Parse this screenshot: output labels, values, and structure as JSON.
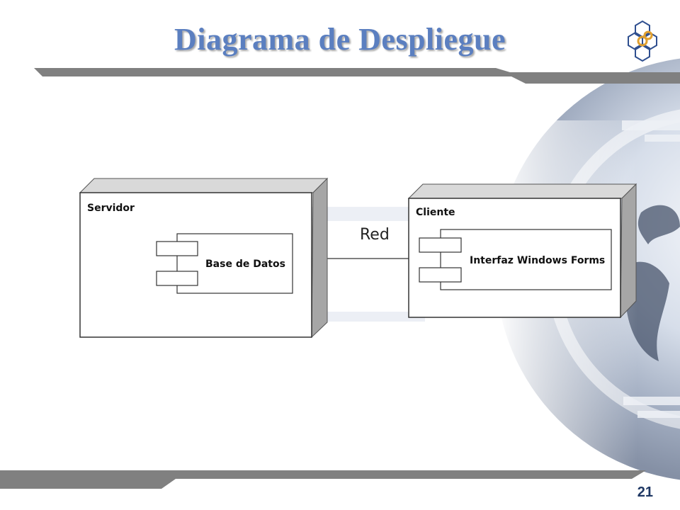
{
  "slide": {
    "title": "Diagrama de Despliegue",
    "page_number": "21"
  },
  "diagram": {
    "nodes": [
      {
        "id": "servidor",
        "label": "Servidor",
        "component": "Base de Datos"
      },
      {
        "id": "cliente",
        "label": "Cliente",
        "component": "Interfaz Windows Forms"
      }
    ],
    "link": {
      "label": "Red",
      "from": "servidor",
      "to": "cliente"
    }
  },
  "colors": {
    "title": "#5b7fc0",
    "band": "#7f7f7f",
    "node_side": "#a6a6a6",
    "node_top": "#d9d9d9",
    "page_number": "#1f3864"
  },
  "icons": {
    "logo": "hexagon-cluster-logo",
    "background": "globe-graphic"
  }
}
